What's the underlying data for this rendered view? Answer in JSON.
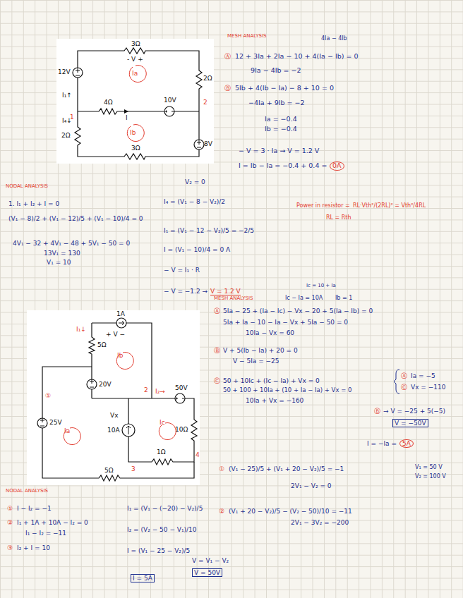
{
  "diagram": {
    "labels": [
      "3Ω",
      "-  V  +",
      "2Ω",
      "12V",
      "I₁↑",
      "4Ω",
      "I",
      "10V",
      "1",
      "2",
      "I₄↓",
      "2Ω",
      "8V",
      "3Ω",
      "Ia",
      "Ib",
      "MESH ANALYSIS",
      "4Ia − 4Ib",
      "Ⓐ",
      "12 + 3Ia + 2Ia − 10 + 4(Ia − Ib) = 0",
      "9Ia − 4Ib = −2",
      "Ⓑ",
      "5Ib + 4(Ib − Ia) − 8 + 10 = 0",
      "−4Ia + 9Ib = −2",
      "Ia = −0.4",
      "Ib = −0.4",
      "− V = 3 · Ia  →  V = 1.2 V",
      "I = Ib − Ia = −0.4 + 0.4 =",
      "0A",
      "NODAL ANALYSIS",
      "V₂ = 0",
      "1.  I₁ + I₂ + I = 0",
      "(V₁ − 8)/2 + (V₁ − 12)/5 + (V₁ − 10)/4 = 0",
      "4V₁ − 32 + 4V₁ − 48 + 5V₁ − 50 = 0",
      "13V₁ = 130",
      "V₁ = 10",
      "I₄ = (V₁ − 8 − V₂)/2",
      "I₁ = (V₁ − 12 − V₂)/5 = −2/5",
      "I = (V₁ − 10)/4 = 0 A",
      "− V = I₁ · R",
      "− V = −1.2  →",
      "V = 1.2 V",
      "Power in resistor =",
      "RL·Vth²/(2RL)² = Vth²/4RL",
      "RL = Rth",
      "1A",
      "I₁↓",
      "+  V  −",
      "5Ω",
      "Ib",
      "20V",
      "2",
      "I₂→",
      "50V",
      "25V",
      "①",
      "Ia",
      "Ic",
      "Vx",
      "10A",
      "10Ω",
      "1Ω",
      "3",
      "4",
      "5Ω",
      "MESH ANALYSIS",
      "Ic = 10 + Ia",
      "Ic − Ia = 10A",
      "Ib = 1",
      "Ⓐ",
      "5Ia − 25 + (Ia − Ic) − Vx − 20 + 5(Ia − Ib) = 0",
      "5Ia + Ia − 10 − Ia − Vx + 5Ia − 50 = 0",
      "10Ia − Vx = 60",
      "Ⓑ",
      "V + 5(Ib − Ia) + 20 = 0",
      "V − 5Ia = −25",
      "Ⓒ",
      "50 + 10Ic + (Ic − Ia) + Vx = 0",
      "50 + 100 + 10Ia + (10 + Ia − Ia) + Vx = 0",
      "10Ia + Vx = −160",
      "Ⓐ",
      "Ia = −5",
      "Ⓒ",
      "Vx = −110",
      "Ⓑ",
      "→  V = −25 + 5(−5)",
      "V = −50V",
      "I = −Ia =",
      "5A",
      "①",
      "(V₁ − 25)/5 + (V₁ + 20 − V₂)/5 = −1",
      "V₁ = 50 V",
      "V₂ = 100 V",
      "2V₁ − V₂ = 0",
      "②",
      "(V₁ + 20 − V₂)/5 − (V₂ − 50)/10 = −11",
      "2V₁ − 3V₂ = −200",
      "NODAL ANALYSIS",
      "①",
      "I − I₂ = −1",
      "②",
      "I₁ + 1A + 10A − I₂ = 0",
      "I₁ − I₂ = −11",
      "③",
      "I₂ + I = 10",
      "I₁ = (V₁ − (−20) − V₂)/5",
      "I₂ = (V₂ − 50 − V₁)/10",
      "I = (V₁ − 25 − V₂)/5",
      "I = 5A",
      "V = V₁ − V₂",
      "V = 50V"
    ]
  }
}
